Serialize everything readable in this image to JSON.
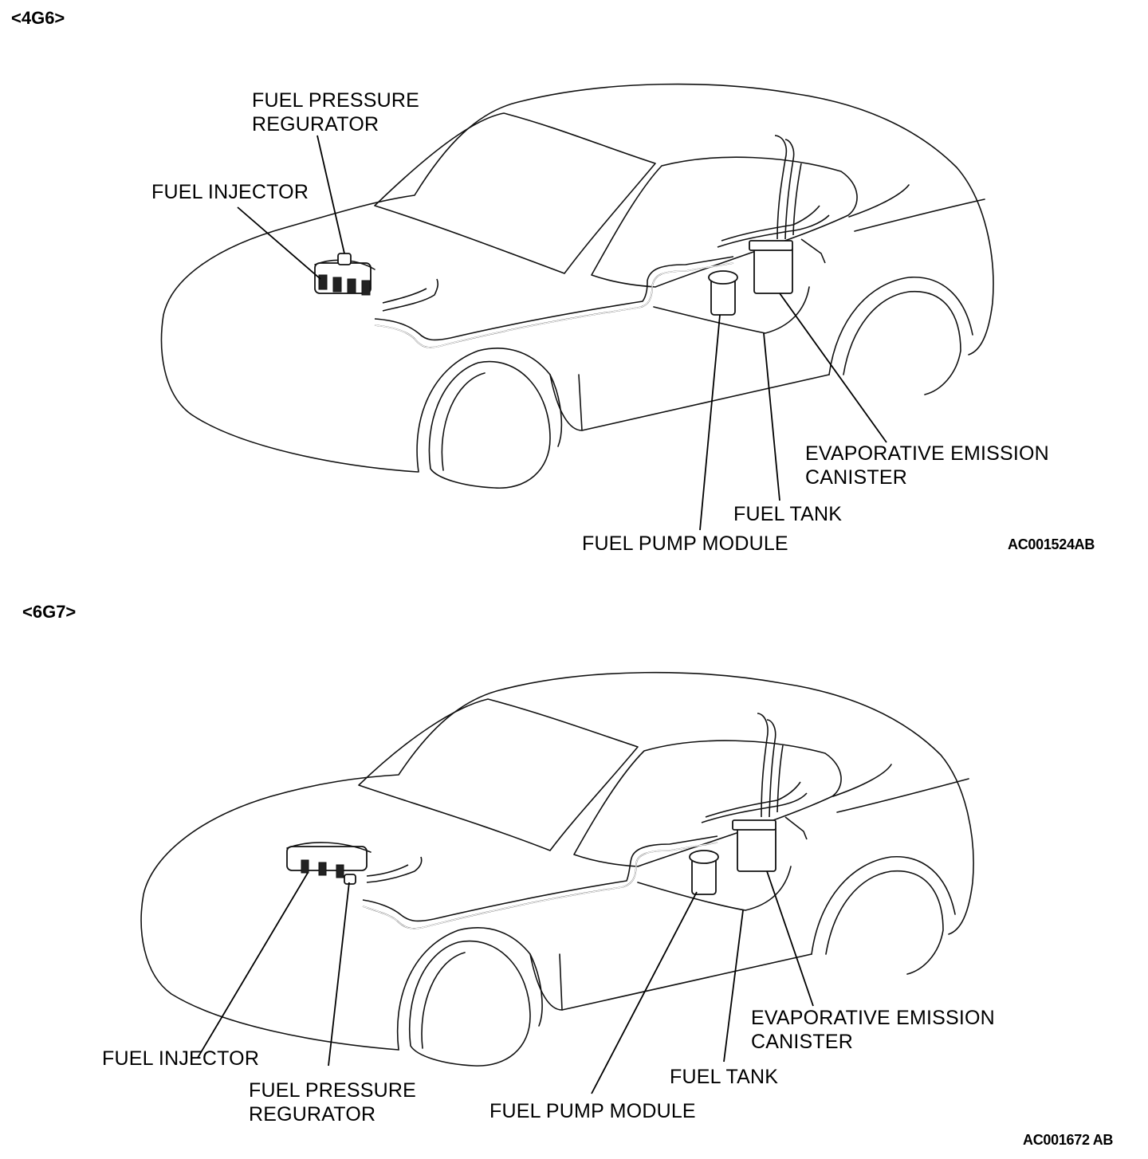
{
  "diagrams": [
    {
      "engine": "<4G6>",
      "code": "AC001524AB",
      "labels": {
        "fuel_pressure_regulator": [
          "FUEL PRESSURE",
          "REGURATOR"
        ],
        "fuel_injector": "FUEL INJECTOR",
        "evap_canister": [
          "EVAPORATIVE EMISSION",
          "CANISTER"
        ],
        "fuel_tank": "FUEL TANK",
        "fuel_pump_module": "FUEL PUMP MODULE"
      }
    },
    {
      "engine": "<6G7>",
      "code": "AC001672 AB",
      "labels": {
        "fuel_pressure_regulator": [
          "FUEL PRESSURE",
          "REGURATOR"
        ],
        "fuel_injector": "FUEL INJECTOR",
        "evap_canister": [
          "EVAPORATIVE EMISSION",
          "CANISTER"
        ],
        "fuel_tank": "FUEL TANK",
        "fuel_pump_module": "FUEL PUMP MODULE"
      }
    }
  ]
}
